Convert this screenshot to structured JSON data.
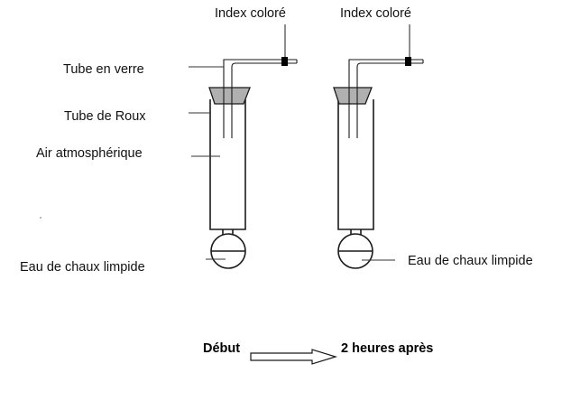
{
  "labels": {
    "colored_index_left": "Index coloré",
    "colored_index_right": "Index coloré",
    "glass_tube": "Tube en verre",
    "roux_tube": "Tube de Roux",
    "atmospheric_air": "Air atmosphérique",
    "limewater_left": "Eau de chaux limpide",
    "limewater_right": "Eau de chaux limpide"
  },
  "timeline": {
    "start": "Début",
    "end": "2 heures après"
  },
  "colors": {
    "line": "#1a1a1a",
    "stopper_fill": "#b0b0b0",
    "index_fill": "#000000",
    "background": "#ffffff"
  }
}
